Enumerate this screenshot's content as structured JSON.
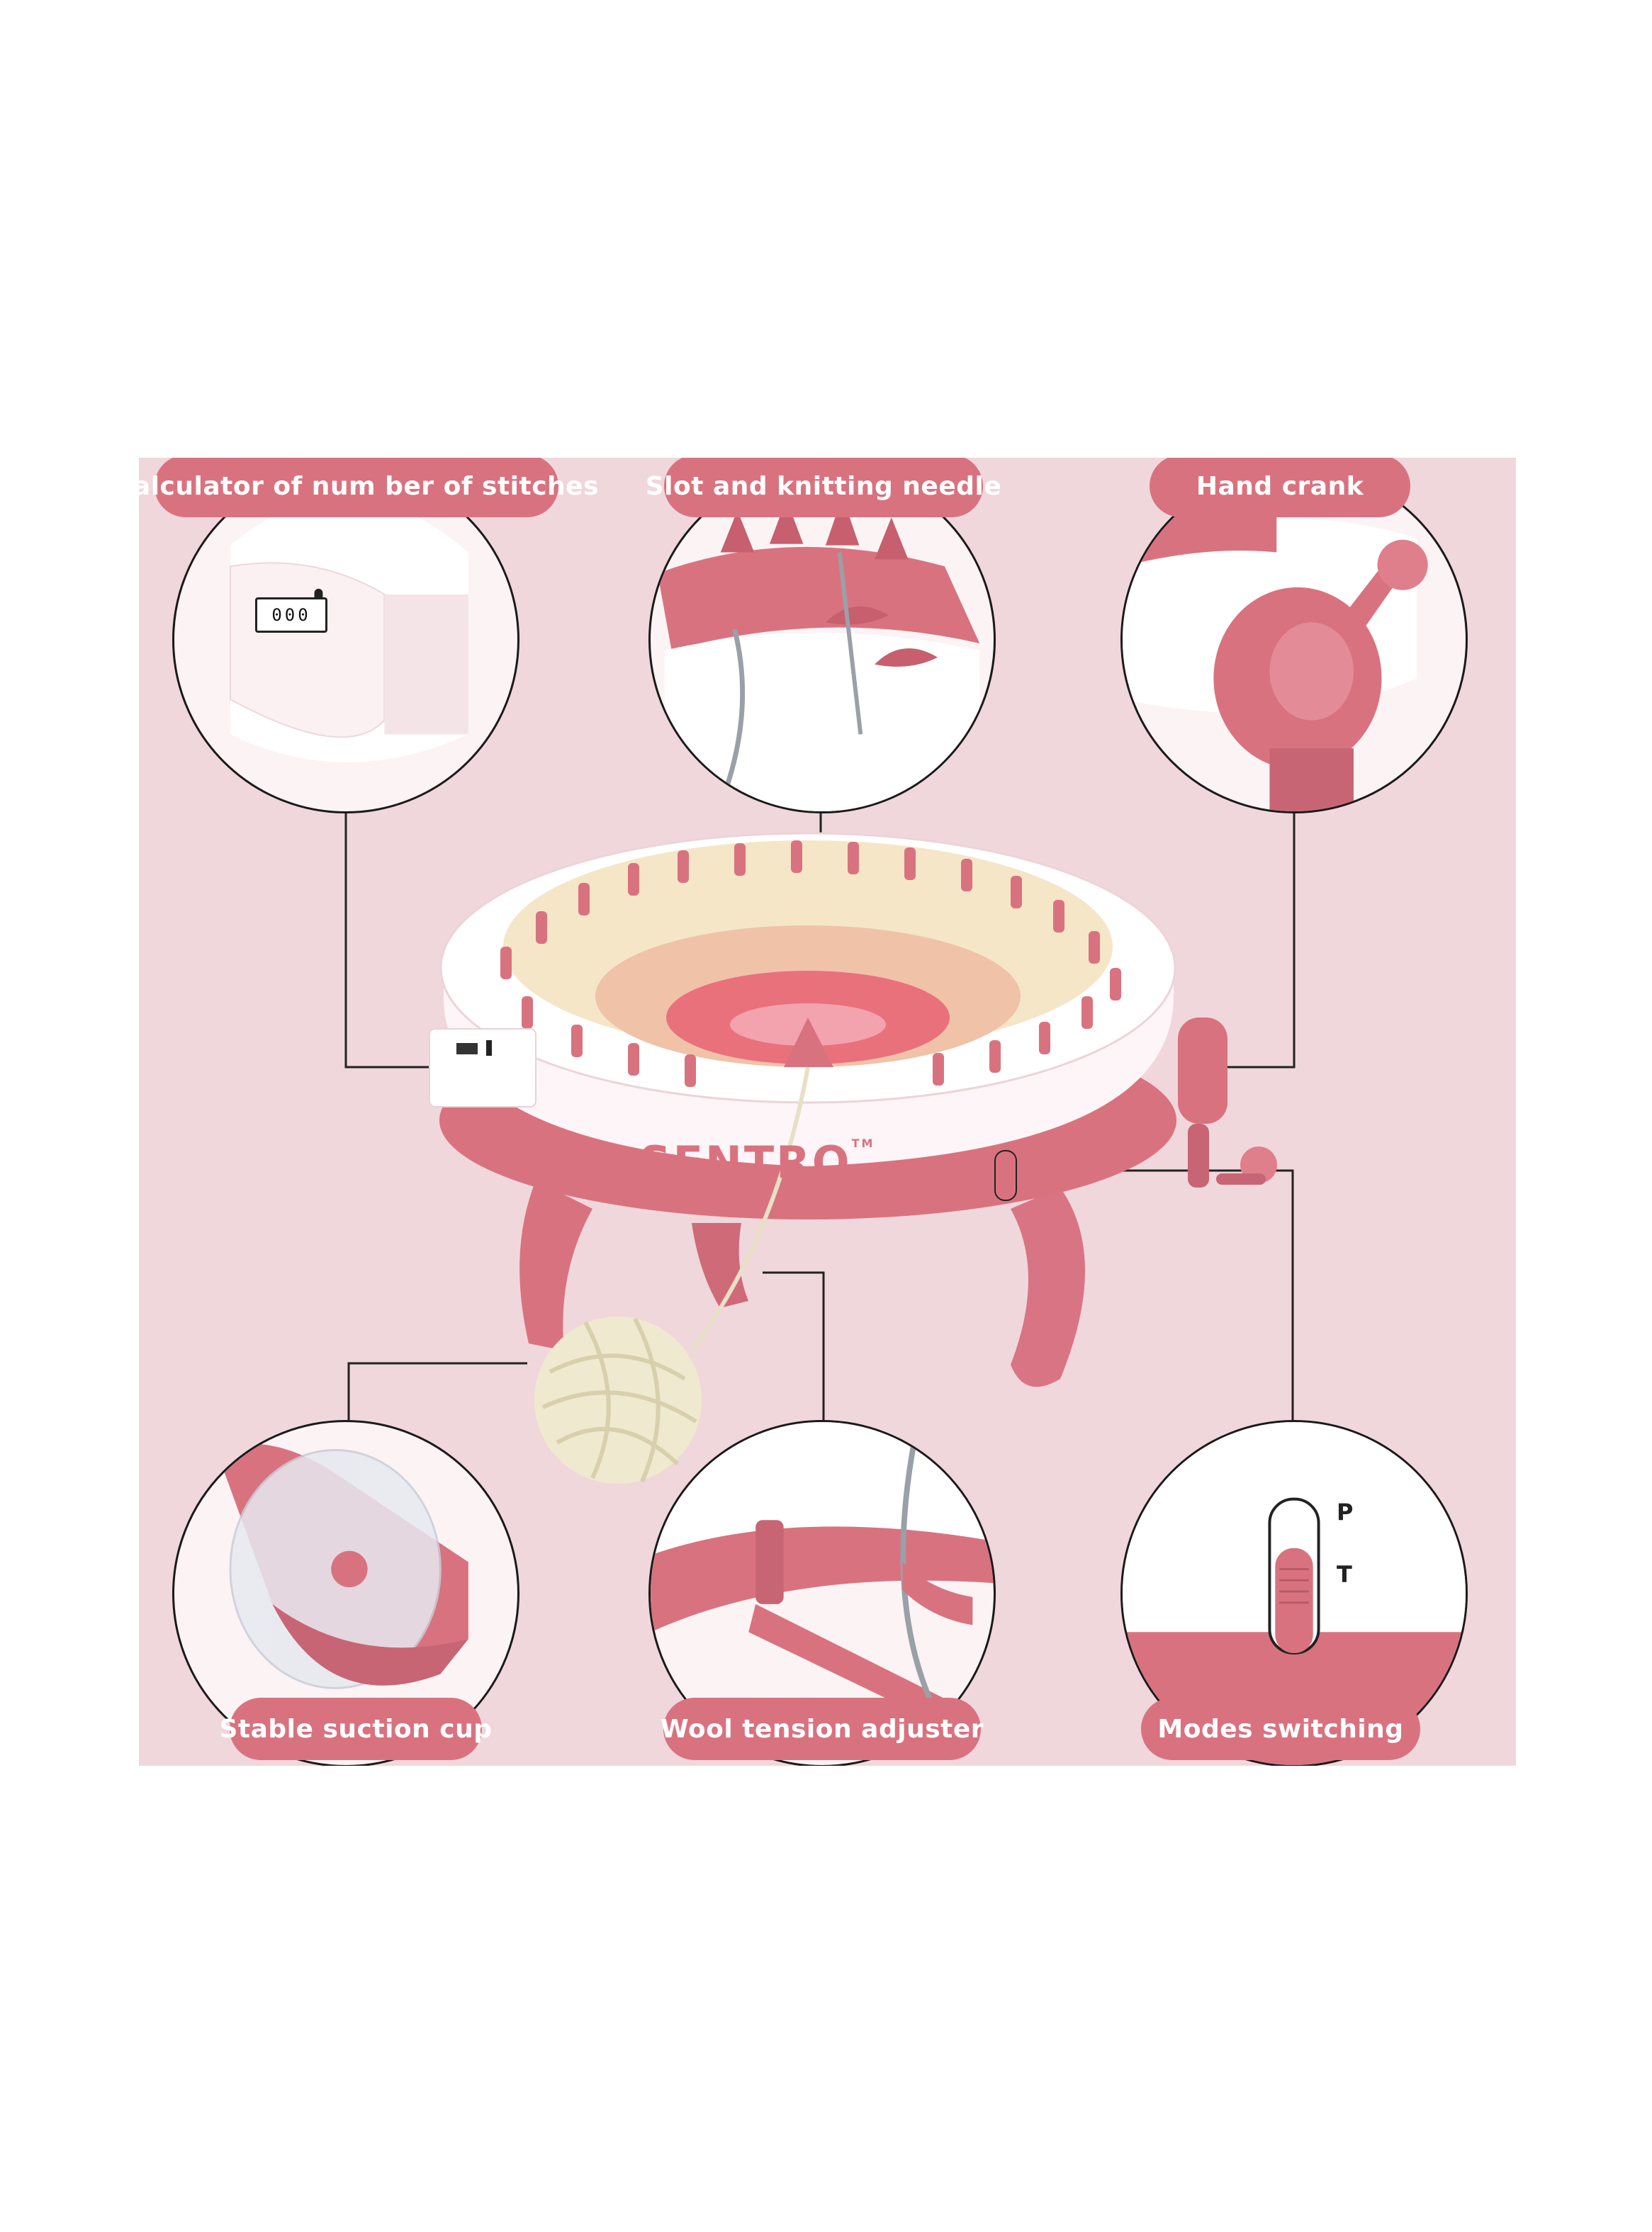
{
  "labels": {
    "calculator": "Calculator of num ber of stitches",
    "slot_needle": "Slot and knitting needle",
    "hand_crank": "Hand crank",
    "suction_cup": "Stable suction cup",
    "wool_tension": "Wool tension adjuster",
    "modes_switching": "Modes switching"
  },
  "product": {
    "brand": "SENTRO",
    "trademark": "TM",
    "counter_digits": "000",
    "mode_p": "P",
    "mode_t": "T"
  },
  "colors": {
    "panel": "#f0d7db",
    "label": "#d9727f",
    "machine_pink": "#d9727f",
    "machine_white": "#fdf5f7"
  },
  "icons": {
    "detail_1": "stitch-counter-icon",
    "detail_2": "knitting-needle-icon",
    "detail_3": "hand-crank-icon",
    "detail_4": "suction-cup-icon",
    "detail_5": "tension-adjuster-icon",
    "detail_6": "mode-switch-icon"
  }
}
